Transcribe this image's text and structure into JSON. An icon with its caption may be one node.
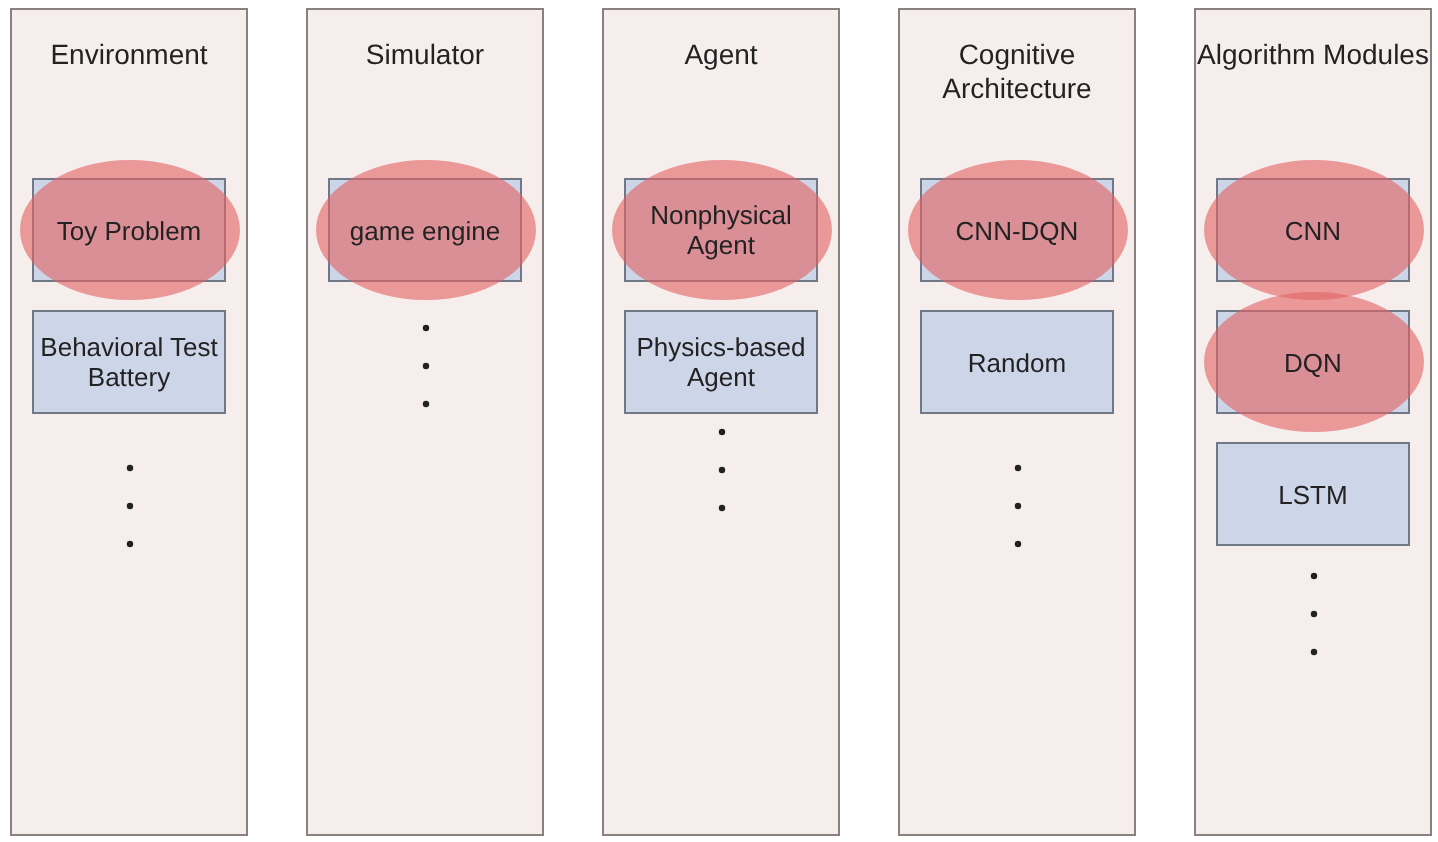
{
  "diagram": {
    "nodes": [
      {
        "text": [
          "Environment"
        ]
      },
      {
        "text": [
          "Toy Problem"
        ],
        "in": 0
      },
      {
        "text": [
          "Behavioral Test Battery"
        ],
        "in": 0
      },
      {
        "text": [
          "Simulator"
        ]
      },
      {
        "text": [
          "game engine"
        ],
        "in": 3
      },
      {
        "text": [
          "Agent"
        ]
      },
      {
        "text": [
          "Nonphysical Agent"
        ],
        "in": 5
      },
      {
        "text": [
          "Physics-based Agent"
        ],
        "in": 5
      },
      {
        "text": [
          "Cognitive Architecture"
        ]
      },
      {
        "text": [
          "CNN-DQN"
        ],
        "in": 8
      },
      {
        "text": [
          "Random"
        ],
        "in": 8
      },
      {
        "text": [
          "Algorithm Modules"
        ]
      },
      {
        "text": [
          "CNN"
        ],
        "in": 11
      },
      {
        "text": [
          "DQN"
        ],
        "in": 11
      },
      {
        "text": [
          "LSTM"
        ],
        "in": 11
      }
    ]
  }
}
